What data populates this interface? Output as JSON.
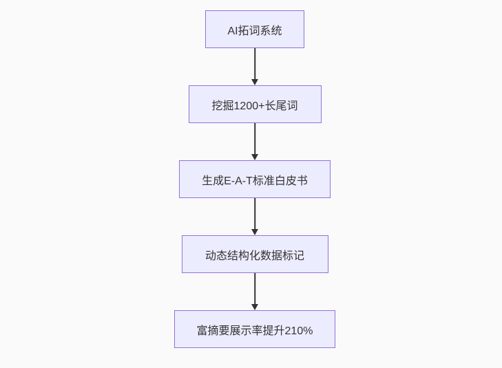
{
  "diagram": {
    "type": "flowchart",
    "direction": "top-down",
    "nodes": [
      {
        "label": "AI拓词系统"
      },
      {
        "label": "挖掘1200+长尾词"
      },
      {
        "label": "生成E-A-T标准白皮书"
      },
      {
        "label": "动态结构化数据标记"
      },
      {
        "label": "富摘要展示率提升210%"
      }
    ],
    "edges": [
      {
        "from": 0,
        "to": 1
      },
      {
        "from": 1,
        "to": 2
      },
      {
        "from": 2,
        "to": 3
      },
      {
        "from": 3,
        "to": 4
      }
    ],
    "colors": {
      "background": "#fafafa",
      "node_fill": "#ECECFF",
      "node_border": "#9370DB",
      "arrow": "#333333",
      "text": "#333333"
    }
  }
}
